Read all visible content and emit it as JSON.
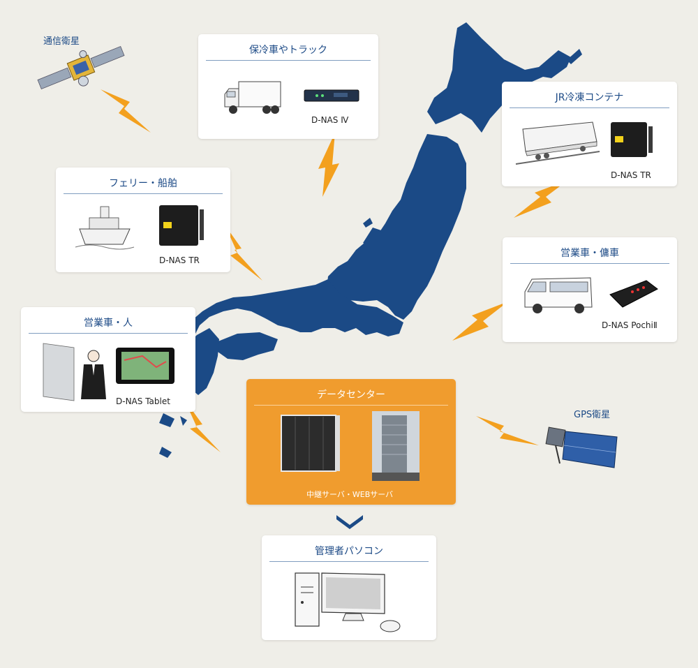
{
  "colors": {
    "background": "#efeee8",
    "map": "#1b4a86",
    "title_text": "#1c4a86",
    "lightning": "#f3a01e",
    "datacenter": "#f09c2e"
  },
  "comm_satellite": {
    "label": "通信衛星"
  },
  "gps_satellite": {
    "label": "GPS衛星"
  },
  "cards": {
    "truck": {
      "title": "保冷車やトラック",
      "device": "D-NAS Ⅳ"
    },
    "jr": {
      "title": "JR冷凍コンテナ",
      "device": "D-NAS TR"
    },
    "ferry": {
      "title": "フェリー・船舶",
      "device": "D-NAS TR"
    },
    "van": {
      "title": "営業車・傭車",
      "device": "D-NAS PochiⅡ"
    },
    "person": {
      "title": "営業車・人",
      "device": "D-NAS Tablet"
    },
    "datacenter": {
      "title": "データセンター",
      "caption": "中継サーバ・WEBサーバ"
    },
    "admin": {
      "title": "管理者パソコン"
    }
  },
  "icons": {
    "arrow": "chevron-down-icon",
    "signal": "lightning-icon"
  }
}
